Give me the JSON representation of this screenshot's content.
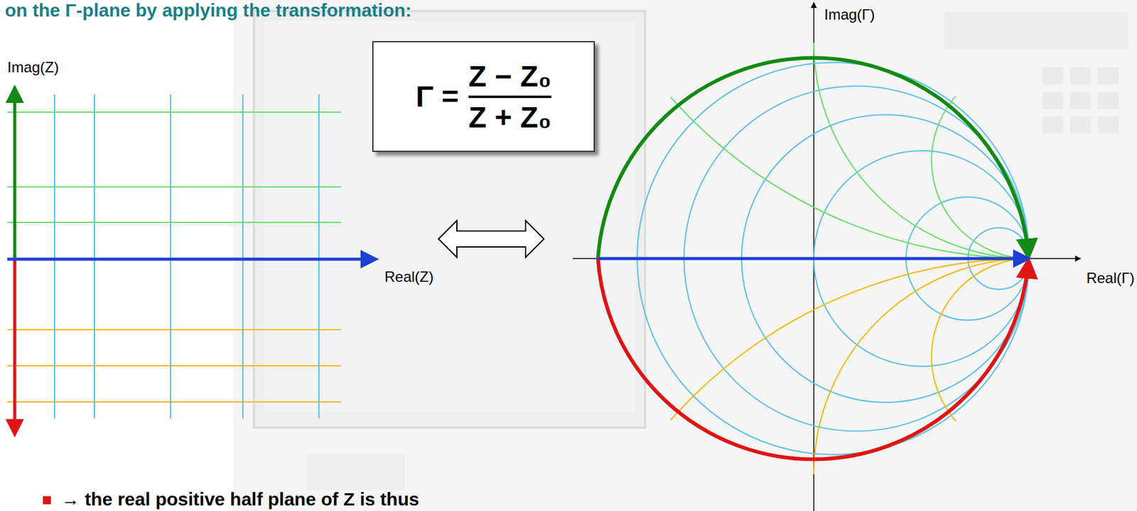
{
  "diagram": {
    "nodes": [
      {
        "text": [
          "Γ =",
          "Z − Z₀",
          "Z + Z₀"
        ]
      }
    ],
    "labels": [
      "on the Γ-plane by applying the transformation:",
      "Imag(Z)",
      "Real(Z)",
      "Imag(Γ)",
      "Real(Γ)",
      "→ the real positive half plane of Z is thus"
    ]
  }
}
